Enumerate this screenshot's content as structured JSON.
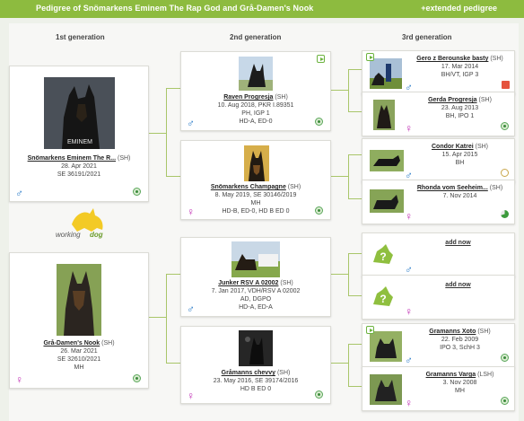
{
  "header": {
    "title": "Pedigree of Snömarkens Eminem The Rap God and Grå-Damen's Nook",
    "extended_link": "+extended pedigree"
  },
  "generations": [
    "1st generation",
    "2nd generation",
    "3rd generation"
  ],
  "logo_text": {
    "left": "working",
    "right": "dog"
  },
  "colors": {
    "accent": "#8dbb3f",
    "male": "#2a7bc8",
    "female": "#c02fb4"
  },
  "gen1": {
    "sire": {
      "name": "Snömarkens Eminem The R...",
      "breed": "(SH)",
      "lines": [
        "28. Apr 2021",
        "SE 36191/2021"
      ],
      "sex": "♂",
      "photo_caption": "EMINEM"
    },
    "dam": {
      "name": "Grå-Damen's Nook",
      "breed": "(SH)",
      "lines": [
        "26. Mar 2021",
        "SE 32610/2021",
        "MH"
      ],
      "sex": "♀"
    }
  },
  "gen2": {
    "ss": {
      "name": "Raven Progresja",
      "breed": "(SH)",
      "lines": [
        "10. Aug 2018, PKR I.89351",
        "PH, IGP 1",
        "HD-A, ED-0"
      ],
      "sex": "♂"
    },
    "sd": {
      "name": "Snömarkens Champagne",
      "breed": "(SH)",
      "lines": [
        "8. May 2019, SE 30146/2019",
        "MH",
        "HD-B, ED-0, HD B ED 0"
      ],
      "sex": "♀"
    },
    "ds": {
      "name": "Junker RSV A 02002",
      "breed": "(SH)",
      "lines": [
        "7. Jan 2017, VDH/RSV A 02002",
        "AD, DGPO",
        "HD-A, ED-A"
      ],
      "sex": "♂"
    },
    "dd": {
      "name": "Gråmanns chevvy",
      "breed": "(SH)",
      "lines": [
        "23. May 2016, SE 39174/2016",
        "HD B ED 0"
      ],
      "sex": "♀"
    }
  },
  "gen3": [
    {
      "name": "Gero z Berounske basty",
      "breed": "(SH)",
      "lines": [
        "17. Mar 2014",
        "BH/VT, IGP 3"
      ],
      "sex": "♂"
    },
    {
      "name": "Gerda Progresja",
      "breed": "(SH)",
      "lines": [
        "23. Aug 2013",
        "BH, IPO 1"
      ],
      "sex": "♀"
    },
    {
      "name": "Condor Katrei",
      "breed": "(SH)",
      "lines": [
        "15. Apr 2015",
        "BH"
      ],
      "sex": "♂"
    },
    {
      "name": "Rhonda vom Seeheim...",
      "breed": "(SH)",
      "lines": [
        "7. Nov 2014"
      ],
      "sex": "♀"
    },
    {
      "name": "add now",
      "breed": "",
      "lines": [],
      "sex": "♂"
    },
    {
      "name": "add now",
      "breed": "",
      "lines": [],
      "sex": "♀"
    },
    {
      "name": "Gramanns Xoto",
      "breed": "(SH)",
      "lines": [
        "22. Feb 2009",
        "IPO 3, SchH 3"
      ],
      "sex": "♂"
    },
    {
      "name": "Gramanns Varga",
      "breed": "(LSH)",
      "lines": [
        "3. Nov 2008",
        "MH"
      ],
      "sex": "♀"
    }
  ]
}
